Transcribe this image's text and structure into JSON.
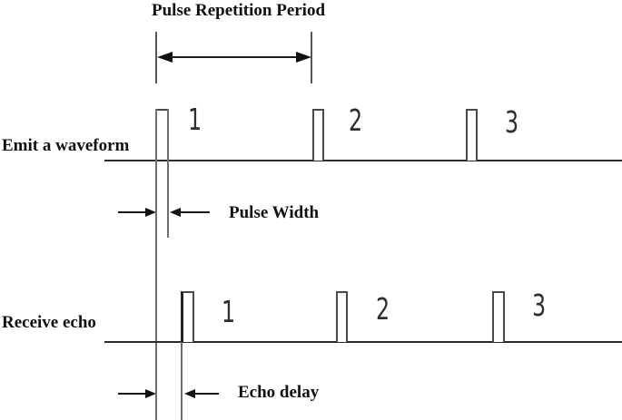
{
  "title": "Pulse Repetition Period",
  "emit": {
    "label": "Emit a waveform",
    "pulses": [
      "1",
      "2",
      "3"
    ]
  },
  "receive": {
    "label": "Receive echo",
    "pulses": [
      "1",
      "2",
      "3"
    ]
  },
  "annotations": {
    "pulse_width": "Pulse Width",
    "echo_delay": "Echo delay"
  },
  "colors": {
    "background": "#ffffff",
    "baseline": "#2b2b2b",
    "pulse_outline": "#4a4a4a",
    "reference_line": "#6e6e6e",
    "arrow": "#111111",
    "text": "#111111"
  }
}
